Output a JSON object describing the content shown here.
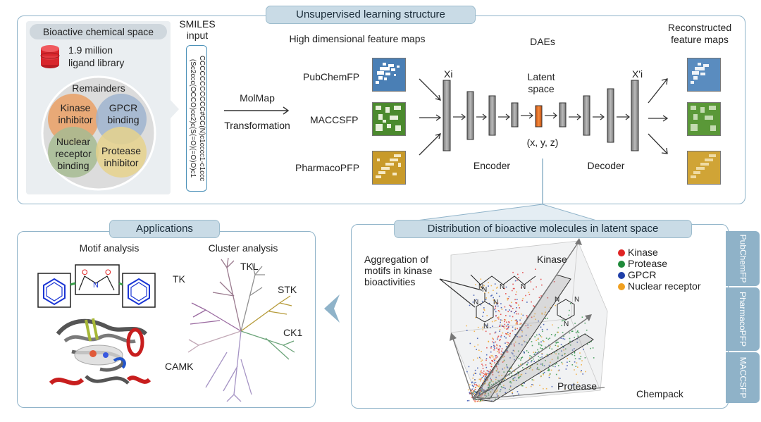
{
  "top_panel": {
    "title": "Unsupervised learning structure",
    "chemical_space": {
      "title": "Bioactive chemical space",
      "library_line1": "1.9 million",
      "library_line2": "ligand library",
      "remainders": "Remainders",
      "kinase_line1": "Kinase",
      "kinase_line2": "inhibitor",
      "gpcr_line1": "GPCR",
      "gpcr_line2": "binding",
      "nuclear_line1": "Nuclear",
      "nuclear_line2": "receptor",
      "nuclear_line3": "binding",
      "protease_line1": "Protease",
      "protease_line2": "inhibitor"
    },
    "smiles": {
      "title_line1": "SMILES",
      "title_line2": "input",
      "line1": "CCCCCCCCCCC#CC(N)c1cccc1-c1ccc",
      "line2": "(Sc2ccc(OCCO)cc2)c(S(=O)(=O)O)c1"
    },
    "molmap": "MolMap",
    "transformation": "Transformation",
    "hd_maps_title": "High dimensional feature maps",
    "fp_labels": [
      "PubChemFP",
      "MACCSFP",
      "PharmacoPFP"
    ],
    "daes": "DAEs",
    "xi": "Xi",
    "latent_line1": "Latent",
    "latent_line2": "space",
    "xyz": "(x, y, z)",
    "x_prime": "X'i",
    "encoder": "Encoder",
    "decoder": "Decoder",
    "reconstructed_line1": "Reconstructed",
    "reconstructed_line2": "feature maps",
    "colors": {
      "pubchem": "#4a7fb5",
      "maccs": "#4b8a2e",
      "pharmaco": "#c89a2a",
      "latent": "#e86b1f"
    }
  },
  "applications": {
    "title": "Applications",
    "motif": "Motif analysis",
    "cluster": "Cluster analysis",
    "kinase_groups": [
      "TK",
      "TKL",
      "STK",
      "CK1",
      "CAMK"
    ]
  },
  "distribution": {
    "title": "Distribution of bioactive molecules in latent space",
    "aggregation_line1": "Aggregation of",
    "aggregation_line2": "motifs in kinase",
    "aggregation_line3": "bioactivities",
    "kinase_label": "Kinase",
    "protease_label": "Protease",
    "chempack": "Chempack",
    "legend": [
      {
        "label": "Kinase",
        "color": "#e02424"
      },
      {
        "label": "Protease",
        "color": "#1f8a3a"
      },
      {
        "label": "GPCR",
        "color": "#1f3fa8"
      },
      {
        "label": "Nuclear receptor",
        "color": "#f0a020"
      }
    ],
    "tabs": [
      "PubChemFP",
      "PharmacoPFP",
      "MACCSFP"
    ]
  }
}
